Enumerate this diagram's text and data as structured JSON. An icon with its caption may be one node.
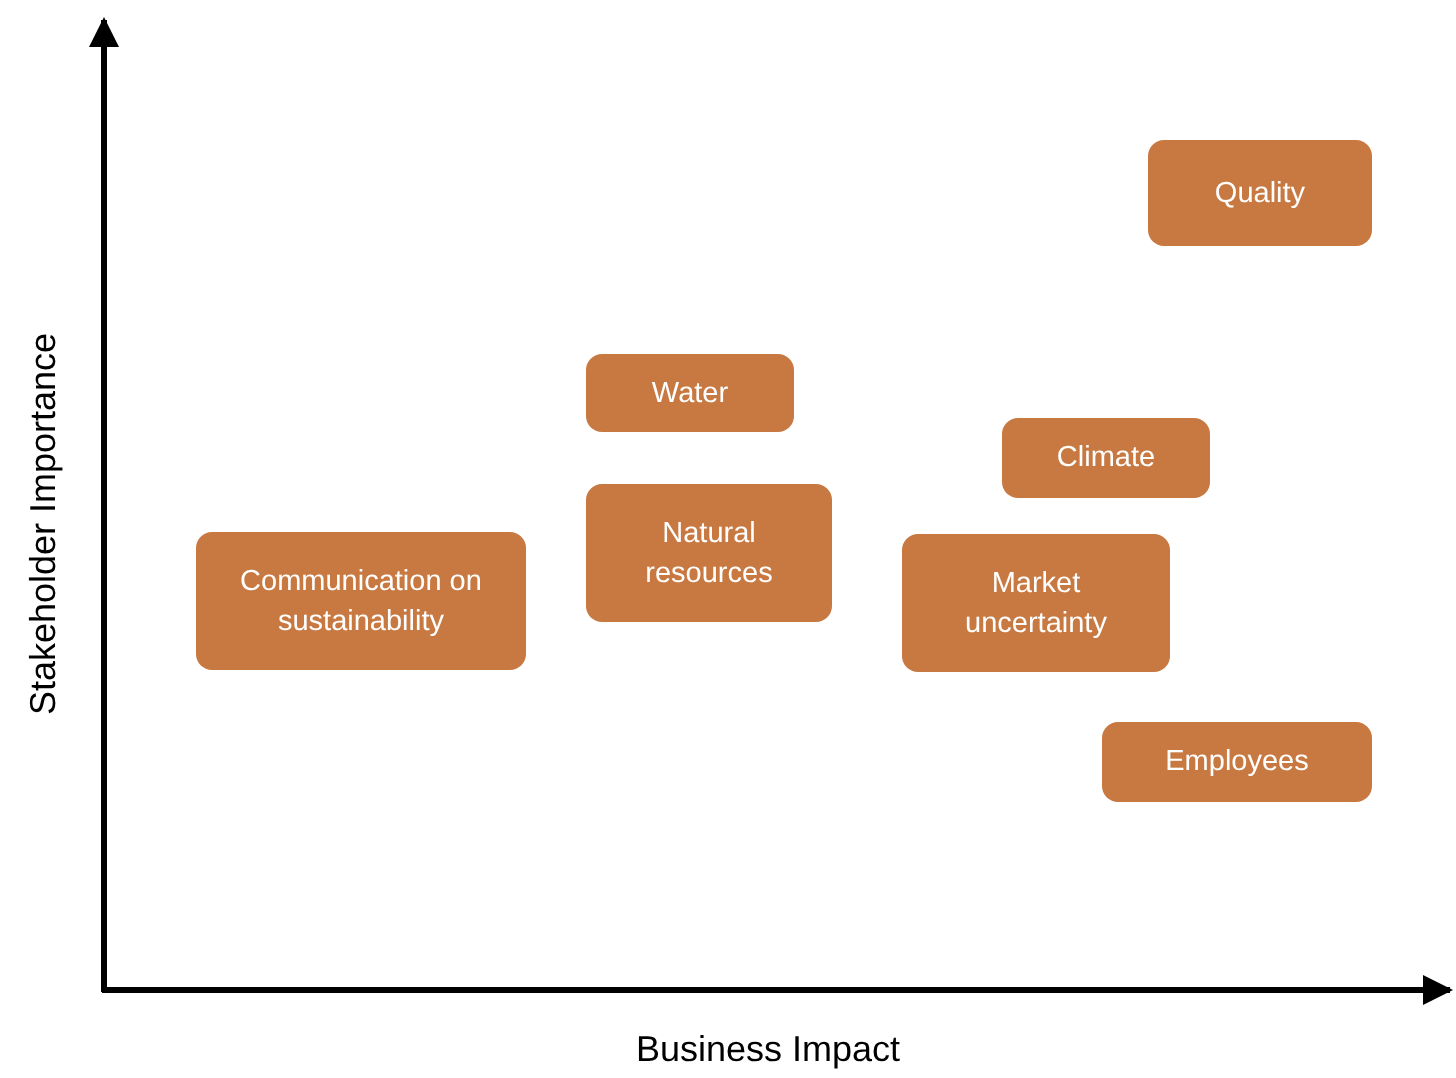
{
  "diagram": {
    "nodes": [
      {
        "text": [
          "Quality"
        ]
      },
      {
        "text": [
          "Water"
        ]
      },
      {
        "text": [
          "Climate"
        ]
      },
      {
        "text": [
          "Natural resources"
        ]
      },
      {
        "text": [
          "Communication on sustainability"
        ]
      },
      {
        "text": [
          "Market uncertainty"
        ]
      },
      {
        "text": [
          "Employees"
        ]
      }
    ],
    "edges": [],
    "labels": [
      "Stakeholder Importance",
      "Business Impact"
    ]
  }
}
